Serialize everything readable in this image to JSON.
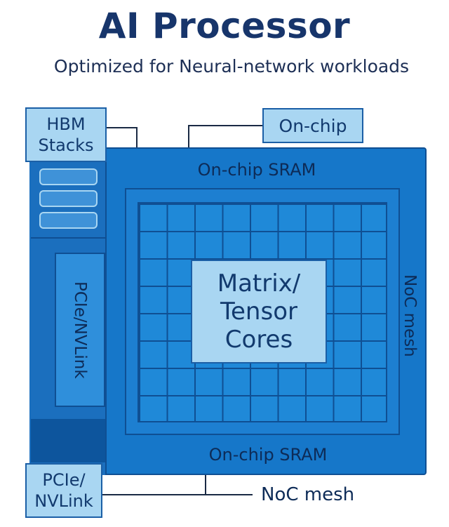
{
  "header": {
    "title": "AI Processor",
    "subtitle": "Optimized for Neural-network workloads"
  },
  "labels": {
    "hbm": "HBM\nStacks",
    "onchip_top": "On-chip",
    "sram_top": "On-chip SRAM",
    "sram_bottom": "On-chip SRAM",
    "pcie_vertical": "PCIe/NVLink",
    "noc_vertical": "NoC mesh",
    "cores": "Matrix/\nTensor\nCores",
    "pcie_box": "PCIe/\nNVLink",
    "noc_bottom": "NoC mesh"
  },
  "colors": {
    "chip": "#1677c9",
    "light_box": "#a9d6f2",
    "title": "#17356b"
  }
}
